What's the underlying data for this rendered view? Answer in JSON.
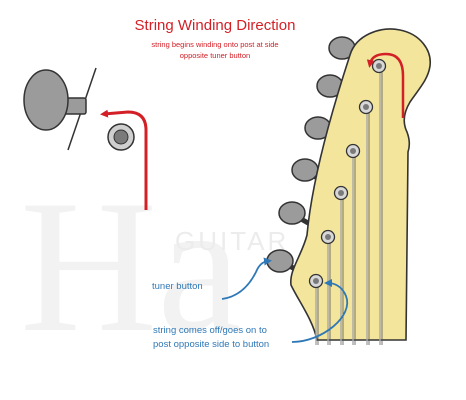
{
  "title": "String Winding Direction",
  "subtitle": {
    "line1": "string begins winding onto post at side",
    "line2": "opposite tuner button"
  },
  "annotations": {
    "tuner_button": "tuner button",
    "string_side_line1": "string comes off/goes on to",
    "string_side_line2": "post opposite side to button"
  },
  "watermark": {
    "logo": "Ha",
    "word": "GUITAR"
  },
  "colors": {
    "red_accent": "#d32027",
    "blue_accent": "#2f78b7",
    "headstock": "#f3e59c",
    "tuner_grey": "#9b9b9b",
    "outline": "#333333"
  },
  "icons": [
    "tuner-button-icon",
    "string-post-icon",
    "winding-arrow-icon",
    "pointer-arrow-icon"
  ]
}
